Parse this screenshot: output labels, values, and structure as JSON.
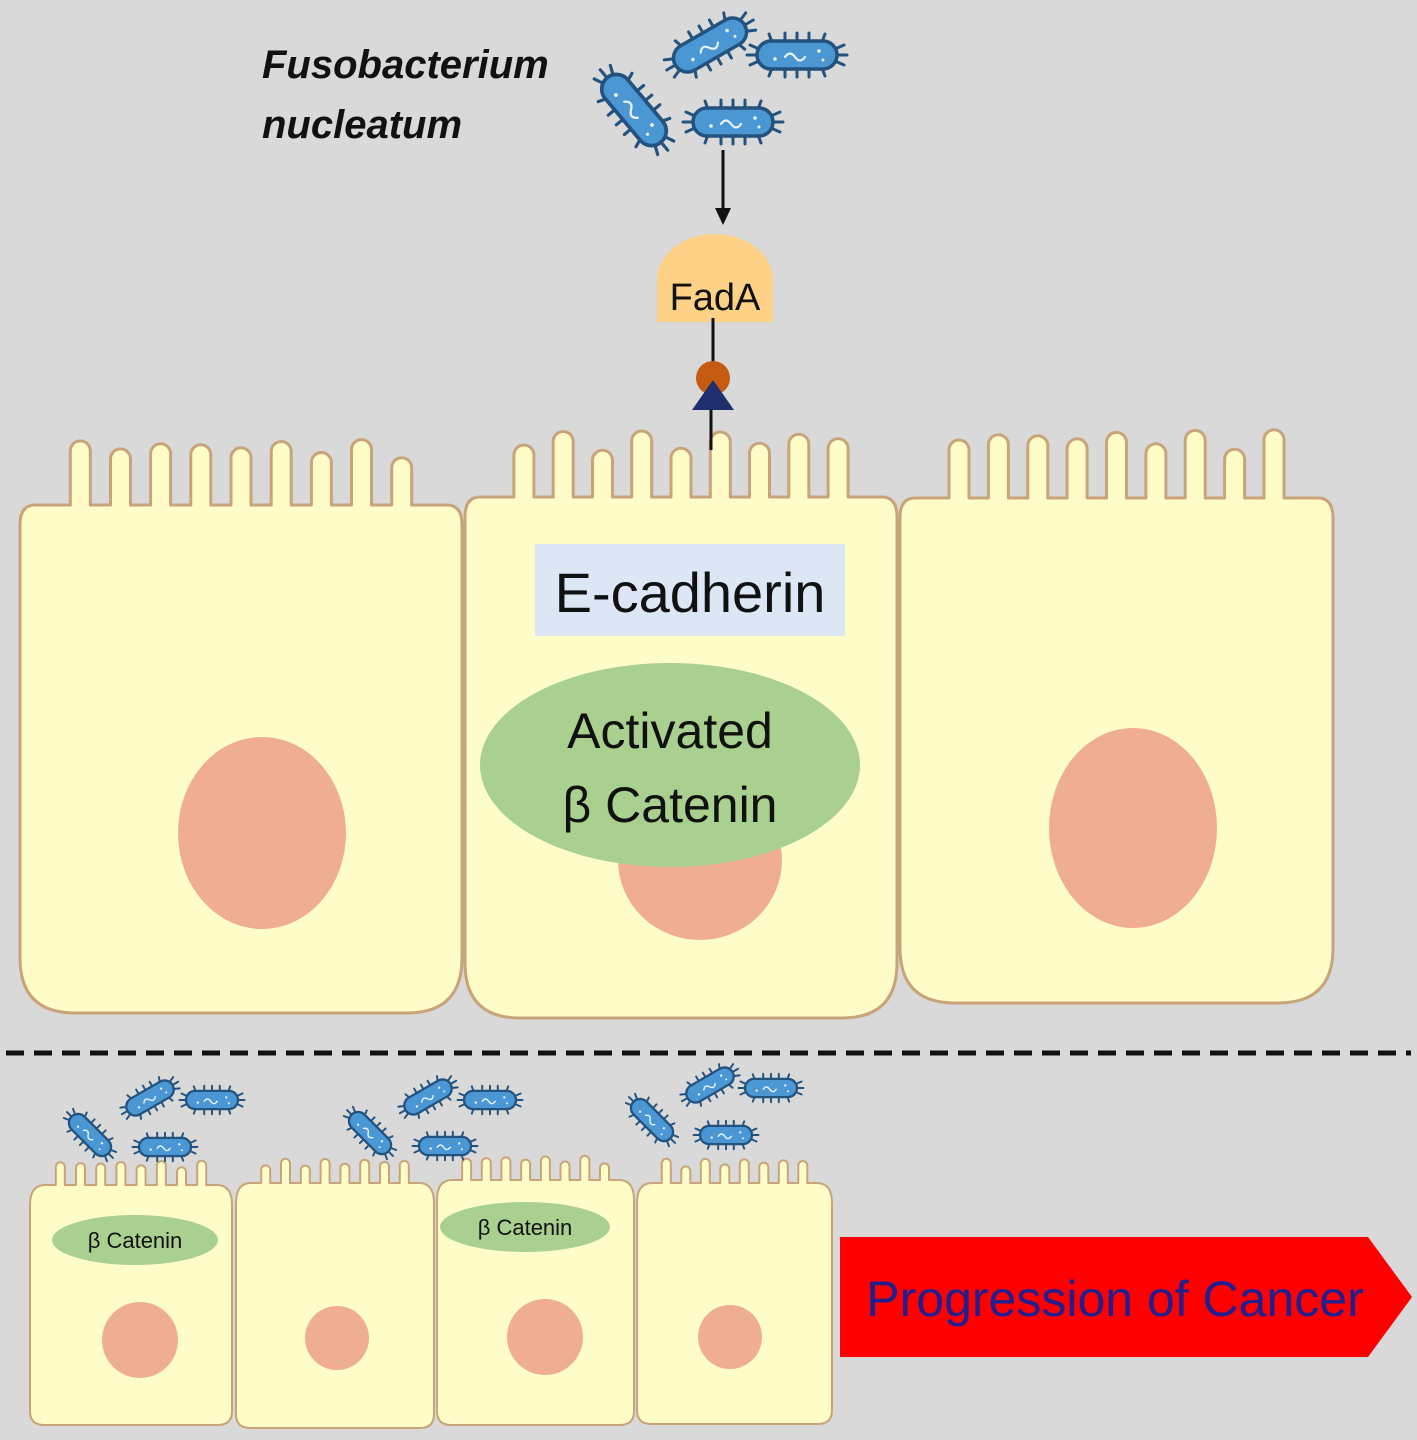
{
  "labels": {
    "organism_line1": "Fusobacterium",
    "organism_line2": "nucleatum",
    "adhesin": "FadA",
    "receptor": "E-cadherin",
    "activated_line1": "Activated",
    "activated_line2": "β Catenin",
    "catenin_small_1": "β Catenin",
    "catenin_small_2": "β Catenin",
    "progression": "Progression of Cancer"
  },
  "colors": {
    "background": "#d9d9d9",
    "cell_fill": "#fefdc8",
    "cell_stroke": "#c9a47b",
    "nucleus": "#efae90",
    "catenin": "#a9d08e",
    "ecadherin_box": "#dce6f5",
    "fada": "#fdd287",
    "bacterium_fill": "#4a97d4",
    "bacterium_stroke": "#24527f",
    "arrow_fill": "#ff0000",
    "arrow_text": "#1f1f8f",
    "receptor_dot": "#c55a11",
    "receptor_triangle": "#1f2f6e"
  },
  "icons": [
    "bacterium-icon",
    "receptor-triangle-icon"
  ]
}
